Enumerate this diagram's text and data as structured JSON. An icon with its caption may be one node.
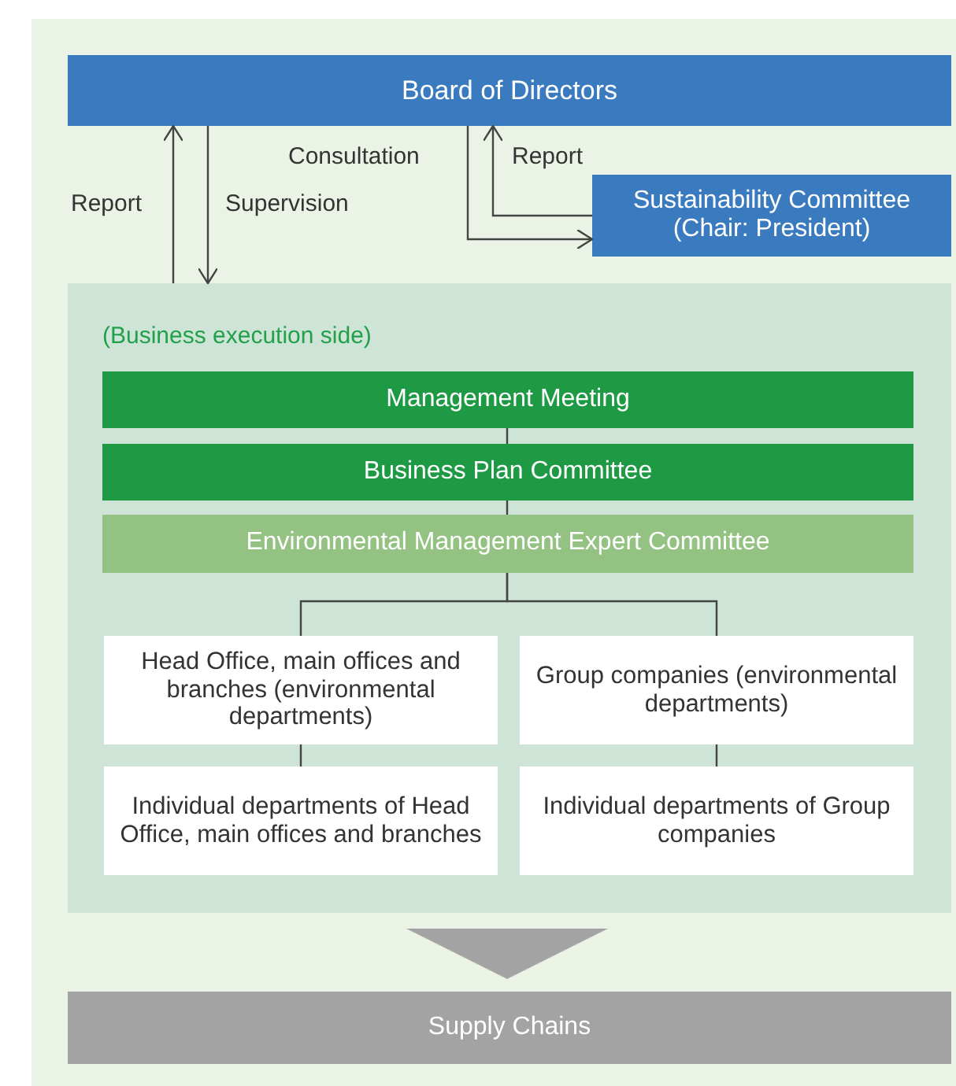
{
  "diagram": {
    "nodes": [
      {
        "text": [
          "Board of Directors"
        ]
      },
      {
        "text": [
          "Sustainability Committee (Chair: President)"
        ]
      },
      {
        "text": [
          "(Business execution side)"
        ]
      },
      {
        "text": [
          "Management Meeting"
        ],
        "in": 2
      },
      {
        "text": [
          "Business Plan Committee"
        ],
        "in": 2
      },
      {
        "text": [
          "Environmental Management Expert Committee"
        ],
        "in": 2
      },
      {
        "text": [
          "Head Office, main offices and branches (environmental departments)"
        ],
        "in": 2
      },
      {
        "text": [
          "Group companies (environmental departments)"
        ],
        "in": 2
      },
      {
        "text": [
          "Individual departments of Head Office, main offices and branches"
        ],
        "in": 2
      },
      {
        "text": [
          "Individual departments of Group companies"
        ],
        "in": 2
      },
      {
        "text": [
          "Supply Chains"
        ]
      }
    ],
    "edges": [
      {
        "from": 2,
        "to": 0,
        "arrow": "to",
        "label": "Report"
      },
      {
        "from": 0,
        "to": 2,
        "arrow": "to",
        "label": "Supervision"
      },
      {
        "from": 0,
        "to": 1,
        "arrow": "to",
        "label": "Consultation"
      },
      {
        "from": 1,
        "to": 0,
        "arrow": "to",
        "label": "Report"
      },
      {
        "from": 3,
        "to": 4,
        "arrow": "none"
      },
      {
        "from": 4,
        "to": 5,
        "arrow": "none"
      },
      {
        "from": 5,
        "to": 6,
        "arrow": "none"
      },
      {
        "from": 5,
        "to": 7,
        "arrow": "none"
      },
      {
        "from": 6,
        "to": 8,
        "arrow": "none"
      },
      {
        "from": 7,
        "to": 9,
        "arrow": "none"
      },
      {
        "from": 2,
        "to": 10,
        "arrow": "to",
        "color": "#a3a3a3"
      }
    ]
  }
}
